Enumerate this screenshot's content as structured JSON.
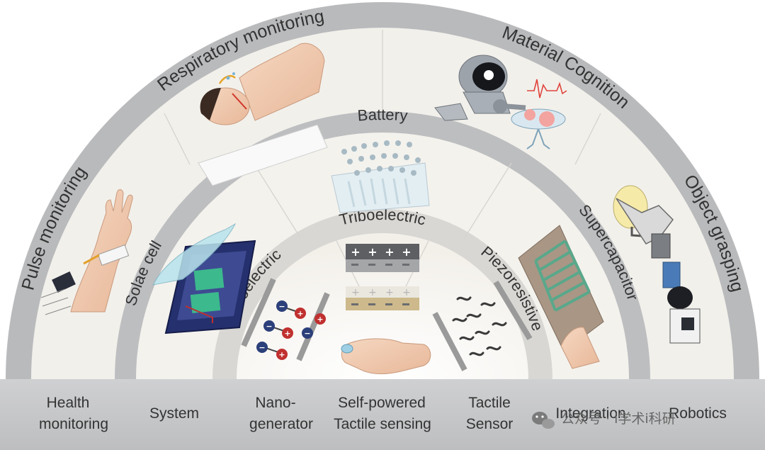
{
  "arc_labels": {
    "pulse": "Pulse monitoring",
    "respiratory": "Respiratory monitoring",
    "material": "Material Cognition",
    "object": "Object grasping",
    "solae": "Solae cell",
    "battery": "Battery",
    "supercapacitor": "Supercapacitor",
    "piezoelectric": "Piezoelectric",
    "triboelectric": "Triboelectric",
    "piezoresistive": "Piezoresistive"
  },
  "base_labels": {
    "health_1": "Health",
    "health_2": "monitoring",
    "system": "System",
    "nano_1": "Nano-",
    "nano_2": "generator",
    "self_1": "Self-powered",
    "self_2": "Tactile sensing",
    "tactile_1": "Tactile",
    "tactile_2": "Sensor",
    "integration": "Integration",
    "robotics": "Robotics"
  },
  "watermark": "公众号 · i学术i科研",
  "colors": {
    "band": "#b9babc",
    "outer_fill": "#f1efea",
    "base": "#c6c7c9",
    "red": "#c0302f",
    "blue": "#2b3f7a"
  }
}
